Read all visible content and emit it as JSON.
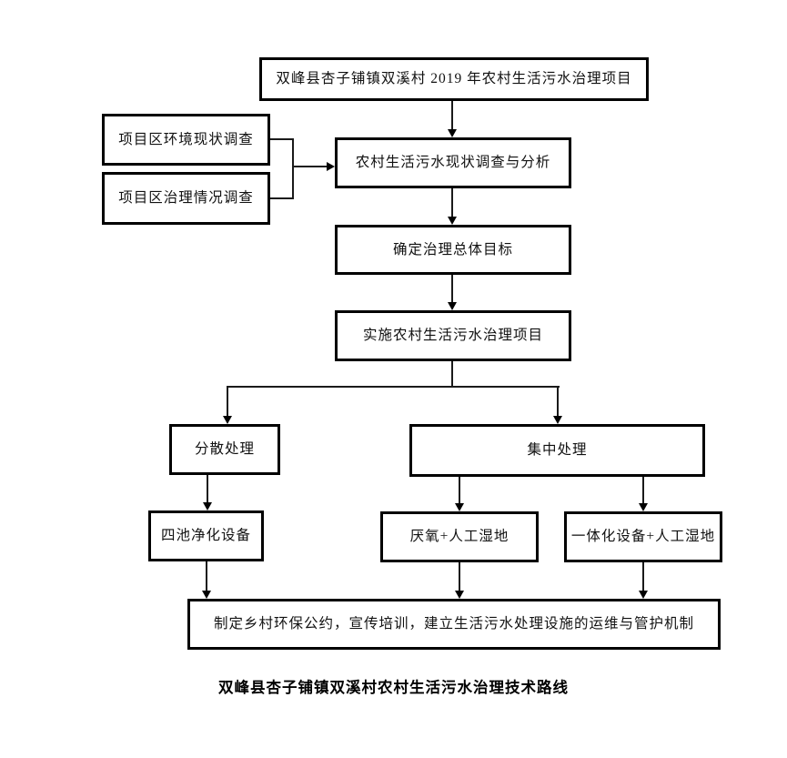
{
  "page": {
    "background_color": "#ffffff",
    "line_color": "#000000"
  },
  "flowchart": {
    "nodes": {
      "project_title": "双峰县杏子铺镇双溪村 2019 年农村生活污水治理项目",
      "env_survey": "项目区环境现状调查",
      "treatment_survey": "项目区治理情况调查",
      "status_analysis": "农村生活污水现状调查与分析",
      "overall_goal": "确定治理总体目标",
      "implement_project": "实施农村生活污水治理项目",
      "dispersed": "分散处理",
      "centralized": "集中处理",
      "four_pond_equipment": "四池净化设备",
      "anaerobic_wetland": "厌氧+人工湿地",
      "integrated_wetland": "一体化设备+人工湿地",
      "mechanism": "制定乡村环保公约，宣传培训，建立生活污水处理设施的运维与管护机制"
    },
    "caption": "双峰县杏子铺镇双溪村农村生活污水治理技术路线"
  }
}
